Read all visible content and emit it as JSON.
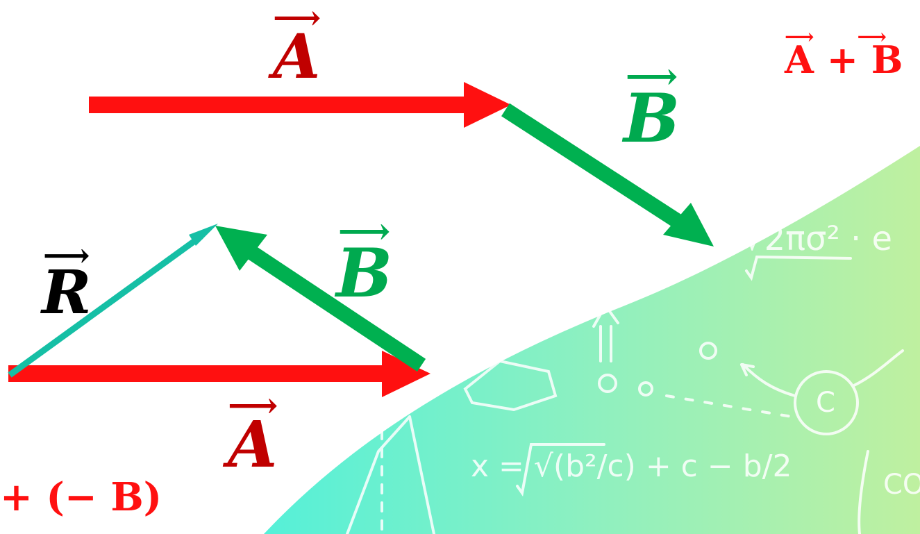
{
  "colors": {
    "vector_a": "#ff1010",
    "vector_b": "#00b050",
    "resultant": "#15bfa5",
    "label_a": "#c00000",
    "label_b": "#00a94f",
    "label_r": "#000000",
    "background_teal": "#5ff0d0",
    "background_green": "#b9f0a0"
  },
  "labels": {
    "top_a": "A",
    "top_b": "B",
    "sum_expr": "A + B",
    "bottom_r": "R",
    "bottom_b": "B",
    "bottom_a": "A",
    "diff_expr": "+ (− B)"
  },
  "background_formulas": {
    "f1": "√2πσ² · e",
    "f2": "x = √(b²/c) + c − b/2",
    "f3": "C",
    "f4": "CO"
  }
}
